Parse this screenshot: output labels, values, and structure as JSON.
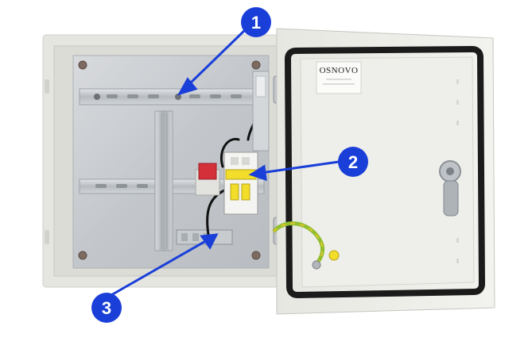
{
  "door_label": {
    "brand": "OSNOVO"
  },
  "callouts": [
    {
      "number": "1",
      "target": "din-rail"
    },
    {
      "number": "2",
      "target": "circuit-breaker"
    },
    {
      "number": "3",
      "target": "ground-terminal-block"
    }
  ],
  "colors": {
    "callout_fill": "#1a3fd8",
    "arrow": "#1a3fd8",
    "cabinet_frame": "#e9e9e4",
    "mount_plate": "#c9ccd0",
    "door_gasket": "#1b1b1b",
    "breaker_red": "#d3303a",
    "breaker_yellow": "#f2dd2a"
  }
}
